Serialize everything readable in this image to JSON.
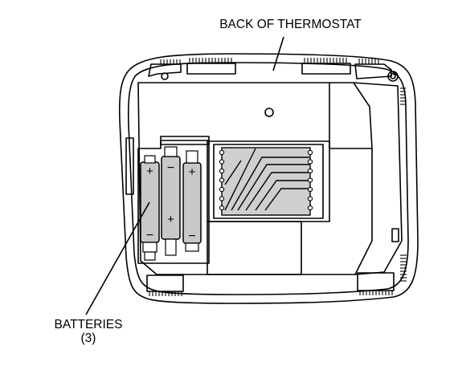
{
  "labels": {
    "back_of_thermostat": "BACK OF THERMOSTAT",
    "batteries": "BATTERIES",
    "batteries_count": "(3)"
  },
  "battery_marks": {
    "plus": "+",
    "minus": "−"
  },
  "colors": {
    "line": "#000000",
    "battery_fill": "#c8c8c8",
    "board_fill": "#cfcfcf",
    "background": "#ffffff"
  }
}
